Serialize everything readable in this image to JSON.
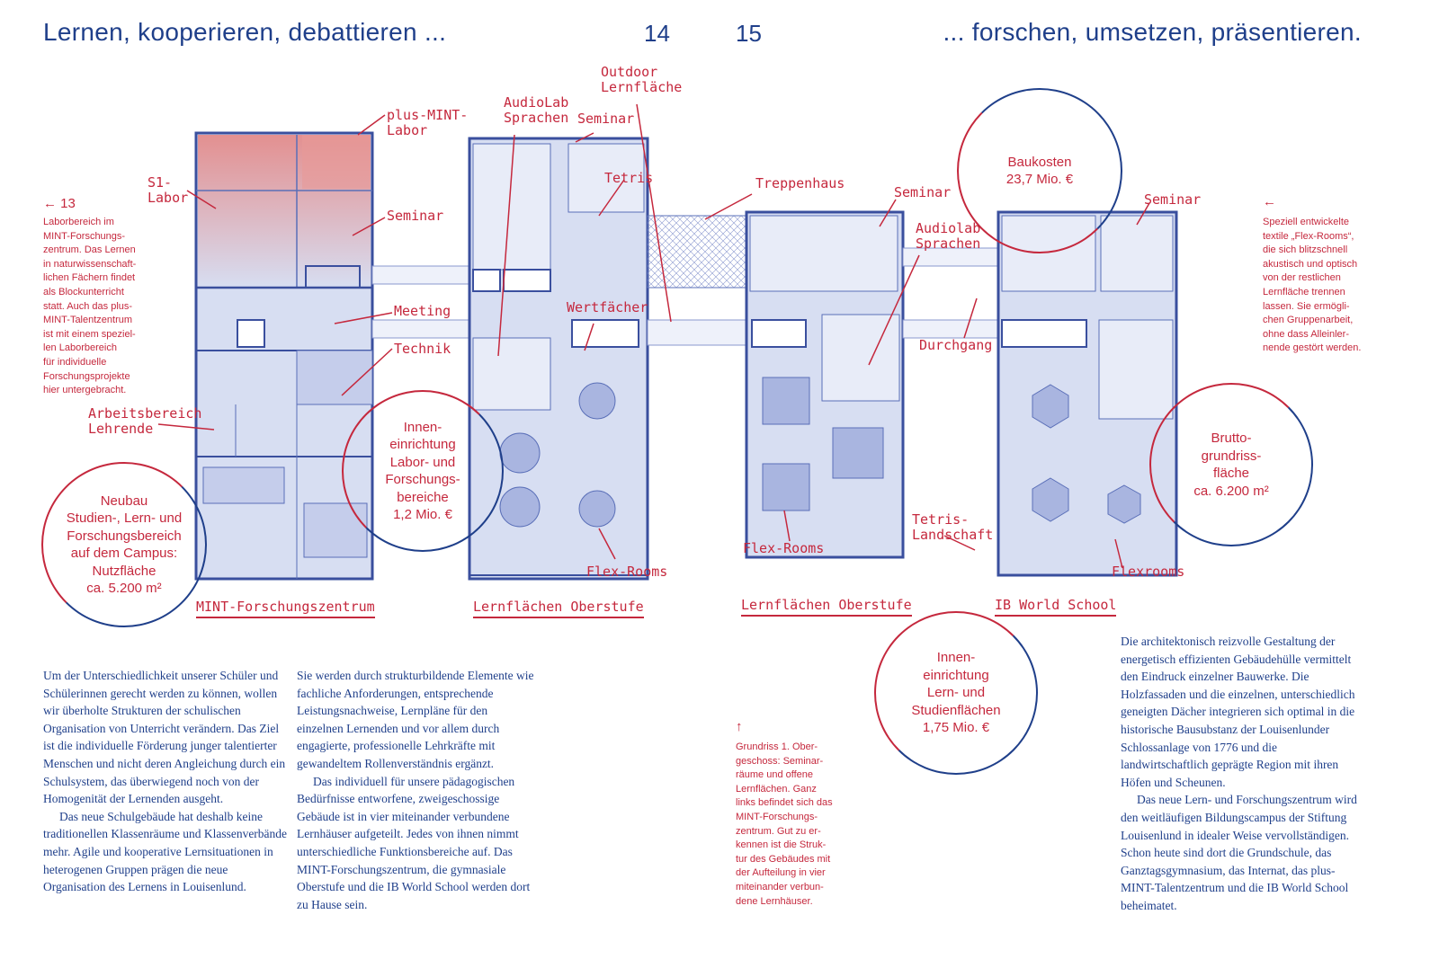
{
  "header": {
    "left_title": "Lernen, kooperieren, debattieren ...",
    "right_title": "... forschen, umsetzen, präsentieren.",
    "page_left": "14",
    "page_right": "15"
  },
  "captions": {
    "left_arrow": "← 13",
    "left_text": "Laborbereich im\nMINT-Forschungs-\nzentrum. Das Lernen\nin naturwissenschaft-\nlichen Fächern findet\nals Blockunterricht\nstatt. Auch das plus-\nMINT-Talentzentrum\nist mit einem speziel-\nlen Laborbereich\nfür individuelle\nForschungsprojekte\nhier untergebracht.",
    "right_arrow": "←",
    "right_text": "Speziell entwickelte\ntextile „Flex-Rooms“,\ndie sich blitzschnell\nakustisch und optisch\nvon der restlichen\nLernfläche trennen\nlassen. Sie ermögli-\nchen Gruppenarbeit,\nohne dass Alleinler-\nnende gestört werden.",
    "bottom_arrow": "↑",
    "bottom_text": "Grundriss 1. Ober-\ngeschoss: Seminar-\nräume und offene\nLernflächen. Ganz\nlinks befindet sich das\nMINT-Forschungs-\nzentrum. Gut zu er-\nkennen ist die Struk-\ntur des Gebäudes mit\nder Aufteilung in vier\nmiteinander verbun-\ndene Lernhäuser."
  },
  "circles": {
    "neubau": "Neubau\nStudien-, Lern- und\nForschungsbereich\nauf dem Campus:\nNutzfläche\nca. 5.200 m²",
    "innen_labor": "Innen-\neinrichtung\nLabor- und\nForschungs-\nbereiche\n1,2 Mio. €",
    "baukosten": "Baukosten\n23,7 Mio. €",
    "brutto": "Brutto-\ngrundriss-\nfläche\nca. 6.200 m²",
    "innen_lern": "Innen-\neinrichtung\nLern- und\nStudienflächen\n1,75 Mio. €"
  },
  "plan_labels": {
    "plus_mint": "plus-MINT-\nLabor",
    "s1_labor": "S1-\nLabor",
    "seminar_1": "Seminar",
    "meeting": "Meeting",
    "technik": "Technik",
    "arbeitsbereich": "Arbeitsbereich\nLehrende",
    "audiolab_1": "AudioLab\nSprachen",
    "seminar_2": "Seminar",
    "outdoor": "Outdoor\nLernfläche",
    "tetris": "Tetris",
    "wertfaecher": "Wertfächer",
    "flex_rooms_1": "Flex-Rooms",
    "treppenhaus": "Treppenhaus",
    "seminar_3": "Seminar",
    "audiolab_2": "Audiolab\nSprachen",
    "durchgang": "Durchgang",
    "flex_rooms_2": "Flex-Rooms",
    "tetris_landschaft": "Tetris-\nLandschaft",
    "seminar_4": "Seminar",
    "flexrooms_3": "Flexrooms"
  },
  "zones": {
    "mint": "MINT-Forschungszentrum",
    "oberstufe_1": "Lernflächen Oberstufe",
    "oberstufe_2": "Lernflächen Oberstufe",
    "ib": "IB World School"
  },
  "body": {
    "col1_p1": "Um der Unterschiedlichkeit unserer Schüler und Schülerinnen gerecht werden zu können, wollen wir überholte Strukturen der schulischen Organisation von Unterricht verändern. Das Ziel ist die individuelle Förderung junger talentierter Menschen und nicht deren Angleichung durch ein Schulsystem, das überwiegend noch von der Homogenität der Lernenden ausgeht.",
    "col1_p2": "Das neue Schulgebäude hat deshalb keine traditionellen Klassenräume und Klassenverbände mehr. Agile und kooperative Lernsituationen in heterogenen Gruppen prägen die neue Organisation des Lernens in Louisenlund.",
    "col2_p1": "Sie werden durch strukturbildende Elemente wie fachliche Anforderungen, entsprechende Leistungsnachweise, Lernpläne für den einzelnen Lernenden und vor allem durch engagierte, professionelle Lehrkräfte mit gewandeltem Rollenverständnis ergänzt.",
    "col2_p2": "Das individuell für unsere pädagogischen Bedürfnisse entworfene, zweigeschossige Gebäude ist in vier miteinander verbundene Lernhäuser aufgeteilt. Jedes von ihnen nimmt unterschiedliche Funktionsbereiche auf. Das MINT-Forschungszentrum, die gymnasiale Oberstufe und die IB World School werden dort zu Hause sein.",
    "col3_p1": "Die architektonisch reizvolle Gestaltung der energetisch effizienten Gebäudehülle vermittelt den Eindruck einzelner Bauwerke. Die Holzfassaden und die einzelnen, unterschiedlich geneigten Dächer integrieren sich optimal in die historische Bausubstanz der Louisenlunder Schlossanlage von 1776 und die landwirtschaftlich geprägte Region mit ihren Höfen und Scheunen.",
    "col3_p2": "Das neue Lern- und Forschungszentrum wird den weitläufigen Bildungscampus der Stiftung Louisenlund in idealer Weise vervollständigen. Schon heute sind dort die Grundschule, das Ganztagsgymnasium, das Internat, das plus-MINT-Talentzentrum und die IB World School beheimatet."
  },
  "colors": {
    "blue": "#1f3f8a",
    "red": "#c5283d",
    "plan_fill": "#d7def2",
    "plan_line": "#5a6fb8"
  }
}
